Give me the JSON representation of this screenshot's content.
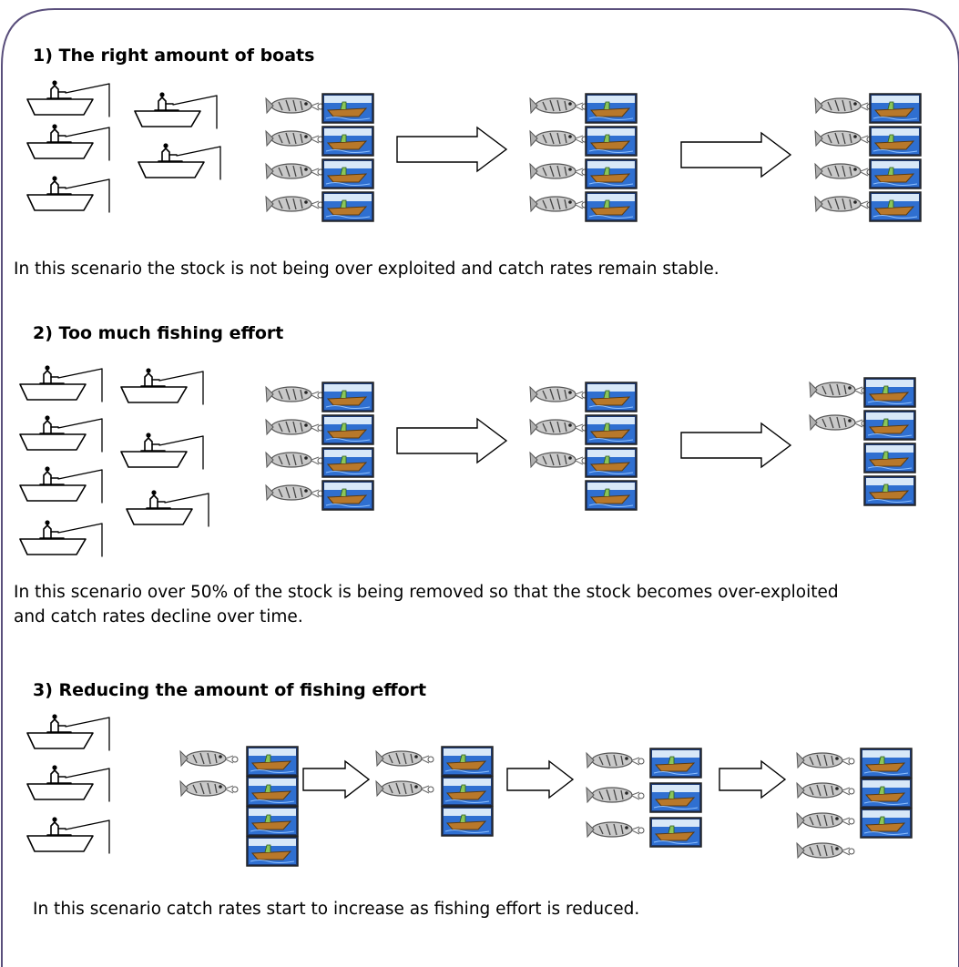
{
  "sections": [
    {
      "heading": "1) The right amount of boats",
      "caption": "In this scenario the stock is not being over exploited and catch rates remain stable.",
      "fishing_boats": 5,
      "stages": [
        {
          "fish": 4,
          "catches": 4
        },
        {
          "fish": 4,
          "catches": 4
        },
        {
          "fish": 4,
          "catches": 4
        }
      ]
    },
    {
      "heading": "2) Too much fishing effort",
      "caption_lines": [
        "In this scenario over 50% of the stock is being removed so that the stock becomes over-exploited",
        "and catch rates decline over time."
      ],
      "fishing_boats": 7,
      "stages": [
        {
          "fish": 4,
          "catches": 4
        },
        {
          "fish": 3,
          "catches": 4
        },
        {
          "fish": 2,
          "catches": 4
        }
      ]
    },
    {
      "heading": "3) Reducing the amount of fishing effort",
      "caption": "In this scenario catch rates start to increase as fishing effort is reduced.",
      "fishing_boats": 3,
      "stages": [
        {
          "fish": 2,
          "catches": 4
        },
        {
          "fish": 2,
          "catches": 3
        },
        {
          "fish": 3,
          "catches": 3
        },
        {
          "fish": 4,
          "catches": 3
        }
      ]
    }
  ],
  "icons": {
    "fishing_boat": "boat-with-fisherman-icon",
    "fish": "fish-icon",
    "catch": "boat-catch-icon",
    "arrow": "arrow-right-icon"
  },
  "colors": {
    "border": "#5a4f7c",
    "water": "#2f6fd0",
    "sky": "#d8e8f8",
    "hull": "#b8782a"
  }
}
